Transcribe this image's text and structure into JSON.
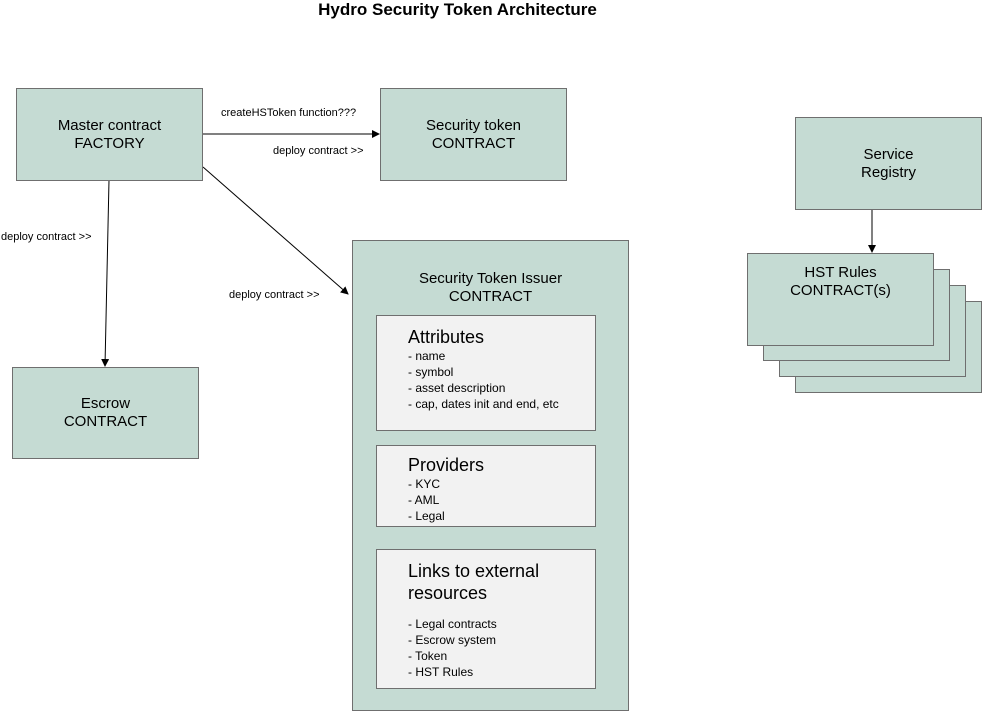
{
  "title": "Hydro Security Token Architecture",
  "nodes": {
    "master": {
      "line1": "Master contract",
      "line2": "FACTORY"
    },
    "security_token": {
      "line1": "Security token",
      "line2": "CONTRACT"
    },
    "escrow": {
      "line1": "Escrow",
      "line2": "CONTRACT"
    },
    "issuer": {
      "line1": "Security Token Issuer",
      "line2": "CONTRACT"
    },
    "service_registry": {
      "line1": "Service",
      "line2": "Registry"
    },
    "hst_rules": {
      "line1": "HST Rules",
      "line2": "CONTRACT(s)"
    }
  },
  "issuer_sections": {
    "attributes": {
      "heading": "Attributes",
      "items": [
        "- name",
        "- symbol",
        "- asset description",
        "- cap, dates init and end, etc"
      ]
    },
    "providers": {
      "heading": "Providers",
      "items": [
        "- KYC",
        "- AML",
        "- Legal"
      ]
    },
    "links": {
      "heading_line1": "Links to external",
      "heading_line2": "resources",
      "items": [
        "- Legal contracts",
        "- Escrow system",
        "- Token",
        "- HST Rules"
      ]
    }
  },
  "edge_labels": {
    "create_fn": "createHSToken function???",
    "deploy_token": "deploy contract >>",
    "deploy_escrow": "deploy contract >>",
    "deploy_issuer": "deploy contract >>"
  },
  "colors": {
    "box_fill": "#c5dbd3",
    "inner_fill": "#f2f2f2",
    "border": "#6f6f6f",
    "arrow": "#000000"
  }
}
